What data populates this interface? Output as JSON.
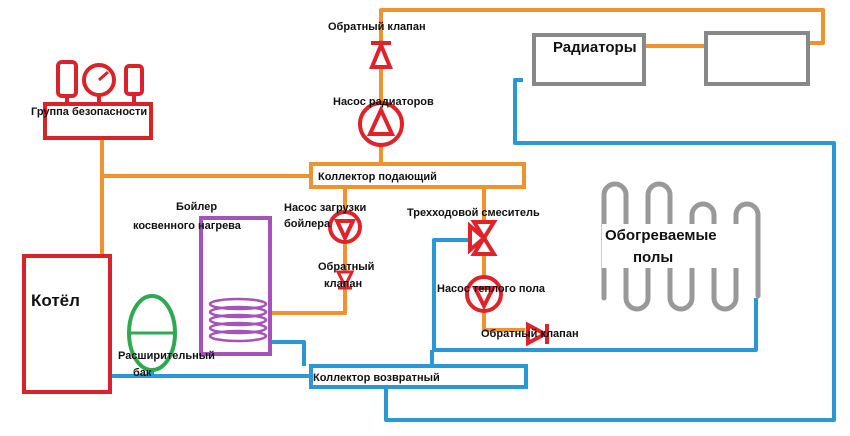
{
  "colors": {
    "supply": "#F0922E",
    "return": "#2B98D6",
    "boiler": "#D8232A",
    "radiator": "#888888",
    "floor_loop": "#999999",
    "indirect_boiler": "#A453B8",
    "expansion_tank": "#2FA84F",
    "valve": "#E0232A"
  },
  "labels": {
    "check_valve_top": "Обратный клапан",
    "radiators": "Радиаторы",
    "safety_group": "Группа безопасности",
    "radiator_pump": "Насос радиаторов",
    "supply_manifold": "Коллектор подающий",
    "indirect_boiler_line1": "Бойлер",
    "indirect_boiler_line2": "косвенного нагрева",
    "boiler_pump_line1": "Насос загрузки",
    "boiler_pump_line2": "бойлера",
    "check_valve_mid_line1": "Обратный",
    "check_valve_mid_line2": "клапан",
    "three_way_mixer": "Трехходовой смеситель",
    "heated_floors_line1": "Обогреваемые",
    "heated_floors_line2": "полы",
    "floor_pump": "Насос теплого пола",
    "check_valve_floor": "Обратный клапан",
    "boiler": "Котёл",
    "expansion_tank_line1": "Расширительный",
    "expansion_tank_line2": "бак",
    "return_manifold": "Коллектор возвратный"
  },
  "icons": [
    "manometer-icon",
    "safety-valve-icon",
    "check-valve-icon",
    "pump-icon",
    "three-way-valve-icon"
  ]
}
